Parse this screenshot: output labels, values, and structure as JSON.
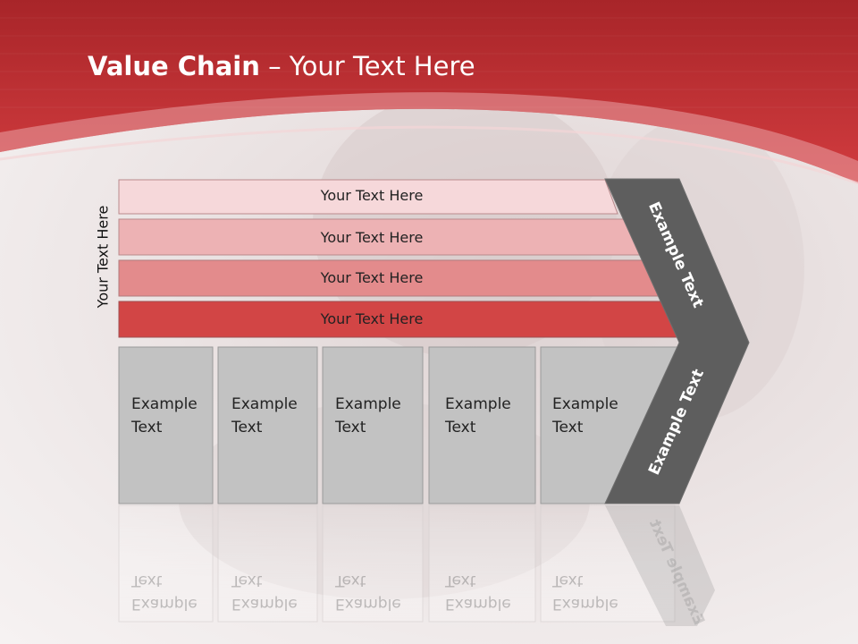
{
  "slide": {
    "title_bold": "Value Chain",
    "title_rest": " – Your Text Here",
    "side_label": "Your Text Here",
    "bars": [
      {
        "label": "Your Text Here",
        "color": "#f6d8da"
      },
      {
        "label": "Your Text Here",
        "color": "#edb2b4"
      },
      {
        "label": "Your Text Here",
        "color": "#e38b8c"
      },
      {
        "label": "Your Text Here",
        "color": "#d24545"
      }
    ],
    "columns": [
      {
        "line1": "Example",
        "line2": "Text"
      },
      {
        "line1": "Example",
        "line2": "Text"
      },
      {
        "line1": "Example",
        "line2": "Text"
      },
      {
        "line1": "Example",
        "line2": "Text"
      },
      {
        "line1": "Example",
        "line2": "Text"
      }
    ],
    "chevron_top": "Example Text",
    "chevron_bottom": "Example Text",
    "colors": {
      "header_red": "#c8373a",
      "column_grey": "#c2c2c2",
      "chevron_grey": "#5e5e5e"
    }
  }
}
